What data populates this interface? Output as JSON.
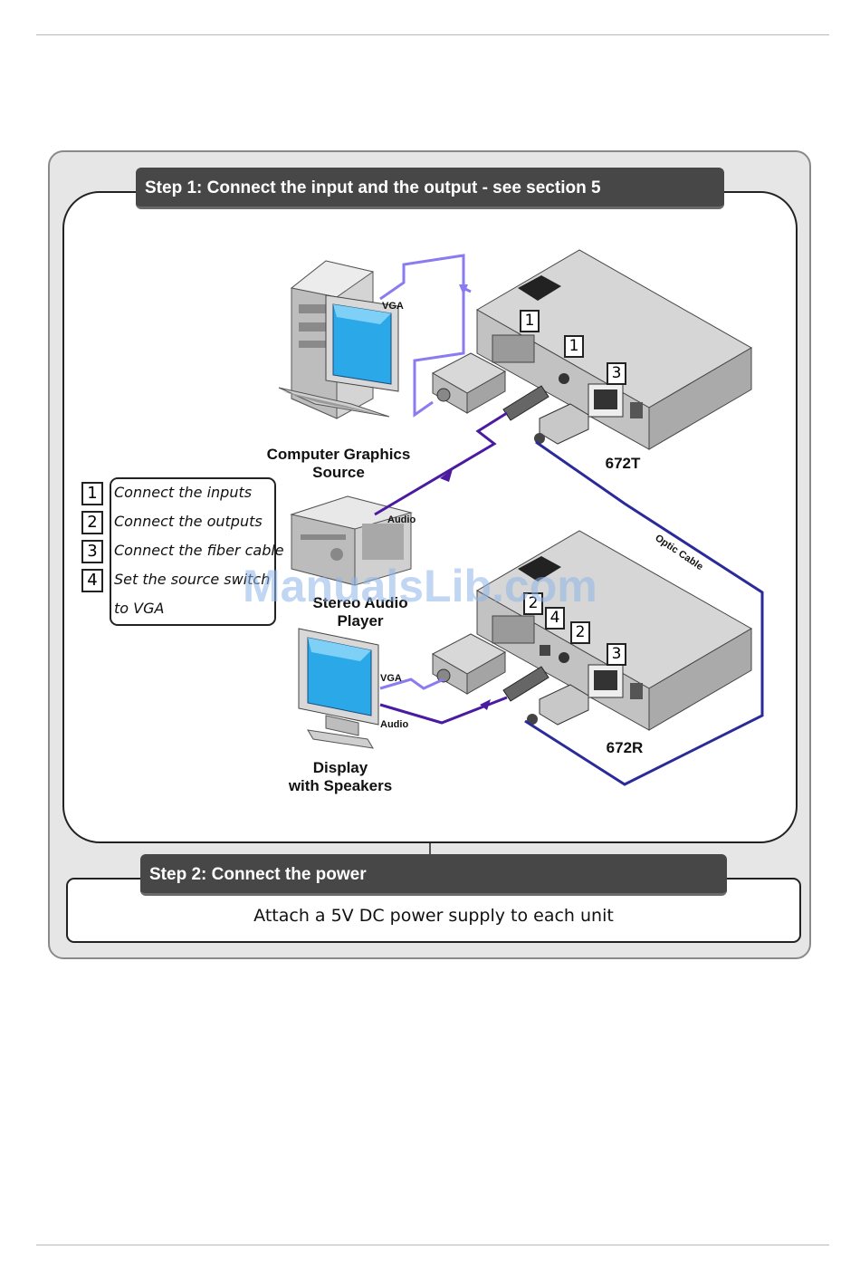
{
  "step1": {
    "title": "Step 1: Connect the input and the output - see section 5"
  },
  "step2": {
    "title": "Step 2: Connect the power",
    "text": "Attach a 5V DC power supply to each unit"
  },
  "legend": [
    {
      "number": "1",
      "text": "Connect the inputs"
    },
    {
      "number": "2",
      "text": "Connect the outputs"
    },
    {
      "number": "3",
      "text": "Connect the fiber cable"
    },
    {
      "number": "4",
      "text": "Set the source switch"
    },
    {
      "number": "",
      "text": "to VGA"
    }
  ],
  "devices": {
    "computer": {
      "line1": "Computer Graphics",
      "line2": "Source"
    },
    "audio_player": {
      "line1": "Stereo Audio",
      "line2": "Player"
    },
    "display": {
      "line1": "Display",
      "line2": "with Speakers"
    },
    "transmitter": "672T",
    "receiver": "672R"
  },
  "cable_labels": {
    "vga_top": "VGA",
    "audio_top": "Audio",
    "vga_bottom": "VGA",
    "audio_bottom": "Audio",
    "optic": "Optic Cable"
  },
  "markers": {
    "t_logo": "1",
    "t_panel": "1",
    "t_fiber": "3",
    "r_a": "2",
    "r_b": "4",
    "r_c": "2",
    "r_fiber": "3"
  },
  "watermark": "ManualsLib.com",
  "colors": {
    "vga_cable": "#8a7cf0",
    "audio_cable": "#4a1aa0",
    "optic_cable": "#2a2a9a",
    "step_bar": "#474747",
    "frame": "#e6e6e6",
    "screen": "#2aa8e8"
  }
}
